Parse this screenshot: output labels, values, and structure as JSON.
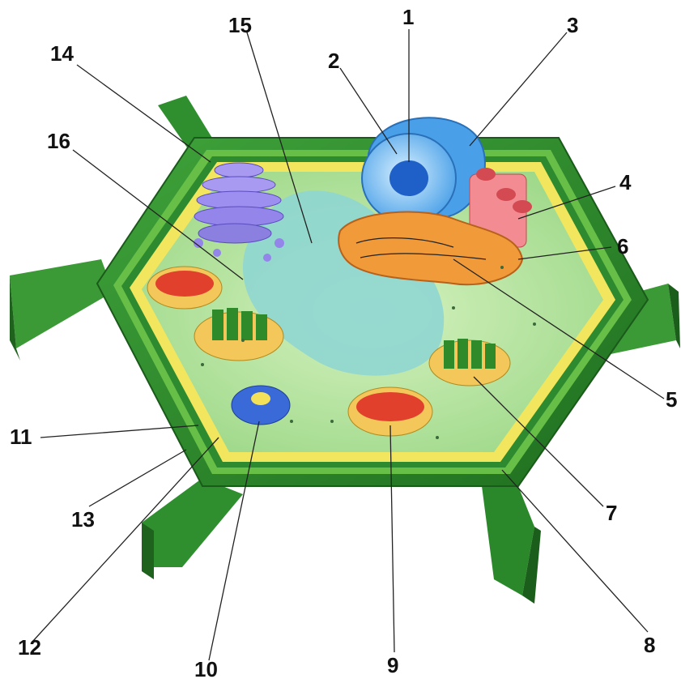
{
  "colors": {
    "wall_top": "#2c8a2c",
    "wall_light": "#6cc04a",
    "wall_dark": "#1b5e1b",
    "membrane": "#f2e35a",
    "cytoplasm": "#bfe9a4",
    "vacuole": "#8fd8d4",
    "nucleus": "#5aaef0",
    "golgi": "#8b7fe0",
    "er": "#ef8a2a",
    "ribosome_er": "#f26b73",
    "mitochondria": "#e0402c",
    "chloroplast": "#3a9a2a"
  },
  "labels": [
    {
      "id": "1",
      "text": "1"
    },
    {
      "id": "2",
      "text": "2"
    },
    {
      "id": "3",
      "text": "3"
    },
    {
      "id": "4",
      "text": "4"
    },
    {
      "id": "5",
      "text": "5"
    },
    {
      "id": "6",
      "text": "6"
    },
    {
      "id": "7",
      "text": "7"
    },
    {
      "id": "8",
      "text": "8"
    },
    {
      "id": "9",
      "text": "9"
    },
    {
      "id": "10",
      "text": "10"
    },
    {
      "id": "11",
      "text": "11"
    },
    {
      "id": "12",
      "text": "12"
    },
    {
      "id": "13",
      "text": "13"
    },
    {
      "id": "14",
      "text": "14"
    },
    {
      "id": "15",
      "text": "15"
    },
    {
      "id": "16",
      "text": "16"
    }
  ]
}
